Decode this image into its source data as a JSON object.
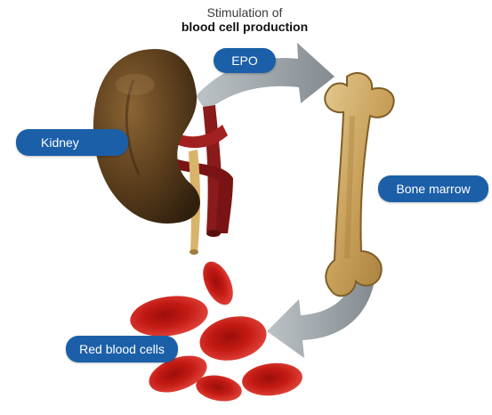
{
  "diagram": {
    "title_line1": "Stimulation of",
    "title_line2": "blood cell production",
    "labels": {
      "kidney": "Kidney",
      "epo": "EPO",
      "bone_marrow": "Bone marrow",
      "red_blood_cells": "Red blood cells"
    }
  },
  "colors": {
    "label_bg": "#1b5fa8",
    "arrow": "#8e979c",
    "kidney": "#5a3d1c",
    "artery": "#8b1a1a",
    "ureter": "#d8b36a",
    "bone": "#c9a05a",
    "red_cell": "#c41a14"
  }
}
